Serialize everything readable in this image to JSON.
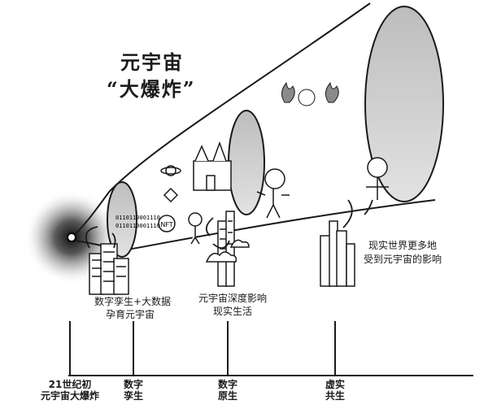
{
  "title": {
    "line1": "元宇宙",
    "line2": "“大爆炸”"
  },
  "annotations": {
    "stage1_line1": "数字孪生+大数据",
    "stage1_line2": "孕育元宇宙",
    "stage2_line1": "元宇宙深度影响",
    "stage2_line2": "现实生活",
    "stage3_line1": "现实世界更多地",
    "stage3_line2": "受到元宇宙的影响"
  },
  "icons": {
    "nft_label": "NFT",
    "binary_text": "0110110001110"
  },
  "timeline": {
    "labels": [
      {
        "line1": "21世纪初",
        "line2": "元宇宙大爆炸"
      },
      {
        "line1": "数字",
        "line2": "孪生"
      },
      {
        "line1": "数字",
        "line2": "原生"
      },
      {
        "line1": "虚实",
        "line2": "共生"
      }
    ]
  },
  "colors": {
    "ink": "#1a1a1a",
    "background": "#ffffff",
    "cone_shadow": "#c8c8c8",
    "flame": "#8a8a8a"
  }
}
